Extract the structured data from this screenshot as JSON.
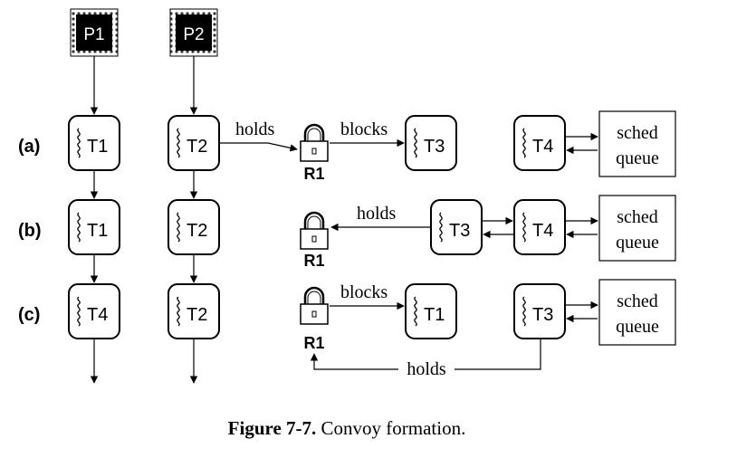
{
  "processors": [
    {
      "label": "P1"
    },
    {
      "label": "P2"
    }
  ],
  "rows": [
    {
      "label": "(a)",
      "threads": [
        "T1",
        "T2",
        "T3",
        "T4"
      ],
      "resource": "R1",
      "edges": {
        "holds": "holds",
        "blocks": "blocks"
      },
      "queue": [
        "sched",
        "queue"
      ]
    },
    {
      "label": "(b)",
      "threads": [
        "T1",
        "T2",
        "T3",
        "T4"
      ],
      "resource": "R1",
      "edges": {
        "holds": "holds"
      },
      "queue": [
        "sched",
        "queue"
      ]
    },
    {
      "label": "(c)",
      "threads": [
        "T4",
        "T2",
        "T1",
        "T3"
      ],
      "resource": "R1",
      "edges": {
        "blocks": "blocks",
        "holds": "holds"
      },
      "queue": [
        "sched",
        "queue"
      ]
    }
  ],
  "caption": {
    "prefix": "Figure 7-7.",
    "text": " Convoy formation."
  }
}
